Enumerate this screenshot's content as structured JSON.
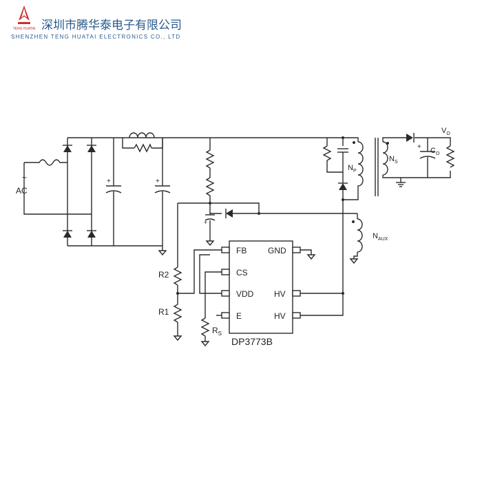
{
  "header": {
    "company_cn": "深圳市腾华泰电子有限公司",
    "company_en": "SHENZHEN TENG HUATAI ELECTRONICS CO., LTD",
    "brand_color": "#2a5a8c",
    "logo_color": "#c8312e"
  },
  "schematic": {
    "ac_tilde": "~",
    "ac_label": "AC",
    "ic_name": "DP3773B",
    "pins": {
      "fb": "FB",
      "cs": "CS",
      "vdd": "VDD",
      "e": "E",
      "gnd": "GND",
      "hv1": "HV",
      "hv2": "HV"
    },
    "labels": {
      "r2": "R2",
      "r1": "R1",
      "rs_main": "R",
      "rs_sub": "S",
      "np_main": "N",
      "np_sub": "P",
      "ns_main": "N",
      "ns_sub": "S",
      "naux_main": "N",
      "naux_sub": "AUX",
      "co_main": "C",
      "co_sub": "O",
      "vo_main": "V",
      "vo_sub": "O"
    }
  }
}
